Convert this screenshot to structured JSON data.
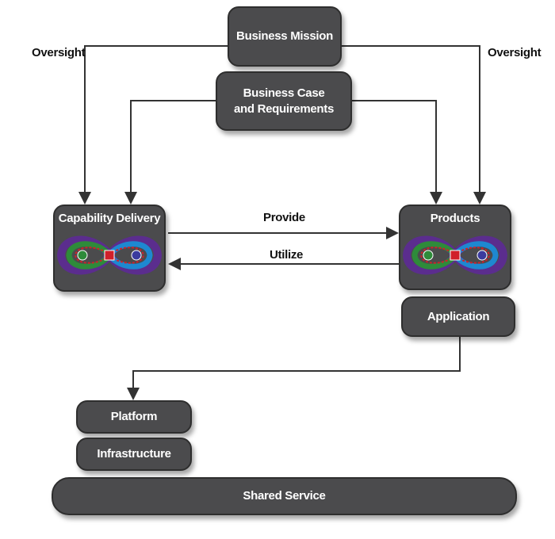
{
  "nodes": {
    "business_mission": "Business Mission",
    "business_case_line1": "Business Case",
    "business_case_line2": "and Requirements",
    "capability_delivery": "Capability Delivery",
    "products": "Products",
    "application": "Application",
    "platform": "Platform",
    "infrastructure": "Infrastructure",
    "shared_service": "Shared Service"
  },
  "edge_labels": {
    "oversight_left": "Oversight",
    "oversight_right": "Oversight",
    "provide": "Provide",
    "utilize": "Utilize"
  },
  "colors": {
    "box": "#4b4b4d",
    "arrow": "#333333",
    "loop_outer": "#5b2d8e",
    "loop_green": "#2e8b3a",
    "loop_blue": "#1e88d0",
    "loop_red": "#d0202a"
  }
}
